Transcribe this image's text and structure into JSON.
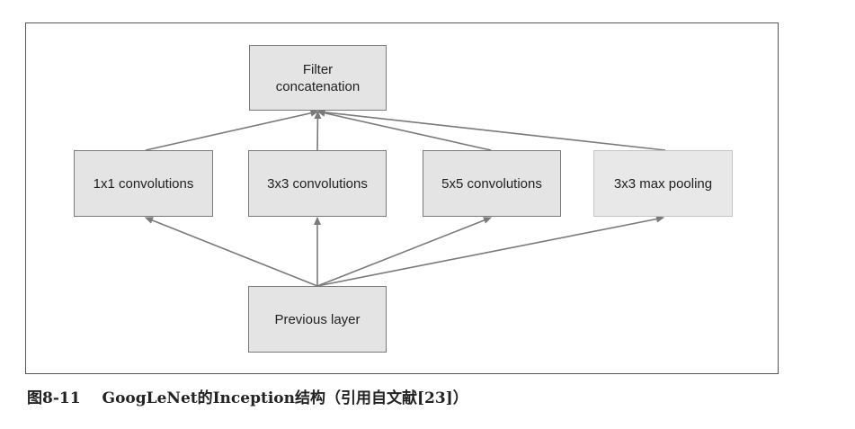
{
  "diagram": {
    "nodes": {
      "filter_concat": "Filter\nconcatenation",
      "conv1x1": "1x1 convolutions",
      "conv3x3": "3x3 convolutions",
      "conv5x5": "5x5 convolutions",
      "maxpool3x3": "3x3 max pooling",
      "previous_layer": "Previous layer"
    },
    "edges": [
      {
        "from": "previous_layer",
        "to": "conv1x1"
      },
      {
        "from": "previous_layer",
        "to": "conv3x3"
      },
      {
        "from": "previous_layer",
        "to": "conv5x5"
      },
      {
        "from": "previous_layer",
        "to": "maxpool3x3"
      },
      {
        "from": "conv1x1",
        "to": "filter_concat"
      },
      {
        "from": "conv3x3",
        "to": "filter_concat"
      },
      {
        "from": "conv5x5",
        "to": "filter_concat"
      },
      {
        "from": "maxpool3x3",
        "to": "filter_concat"
      }
    ],
    "colors": {
      "node_fill": "#e4e4e4",
      "node_border": "#7a7a7a",
      "pool_border": "#c4c4c4",
      "edge": "#7a7a7a"
    }
  },
  "caption": {
    "figure_number": "图8-11",
    "text": "GoogLeNet的Inception结构（引用自文献[23]）"
  }
}
